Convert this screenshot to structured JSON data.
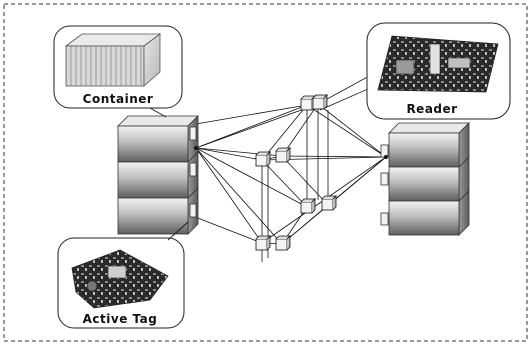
{
  "labels": {
    "container": "Container",
    "reader": "Reader",
    "active_tag": "Active Tag"
  },
  "colors": {
    "frame": "#333333",
    "line": "#111111",
    "box_light": "#e6e6e6",
    "box_dark": "#6a6a6a",
    "background": "#ffffff"
  },
  "icons": {
    "container": "shipping-container-photo",
    "reader": "reader-circuit-board-photo",
    "active_tag": "active-tag-photo",
    "relay": "relay-node-cube"
  }
}
